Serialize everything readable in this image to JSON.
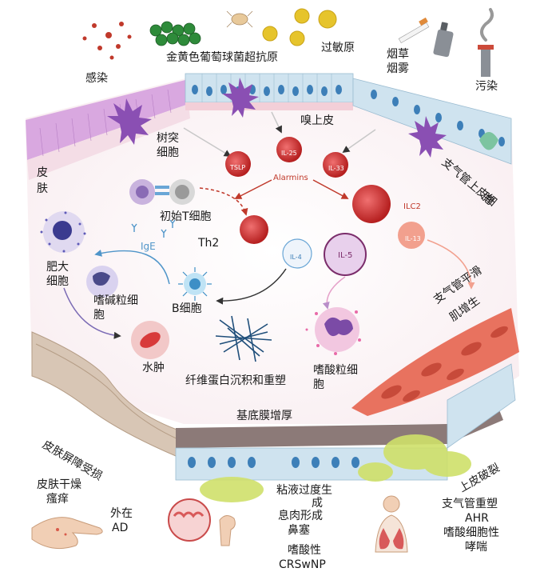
{
  "labels": {
    "infection": "感染",
    "staph": "金黄色葡萄球菌超抗原",
    "allergen": "过敏原",
    "smoke_1": "烟草",
    "smoke_2": "烟雾",
    "pollution": "污染",
    "olfactory_epithelium": "嗅上皮",
    "dendritic_1": "树突",
    "dendritic_2": "细胞",
    "skin_1": "皮",
    "skin_2": "肤",
    "bronchial_epi_1": "支气管上皮细",
    "bronchial_epi_2": "胞",
    "tslp": "TSLP",
    "il25": "IL-25",
    "il33": "IL-33",
    "alarmins": "Alarmins",
    "naive_t": "初始T细胞",
    "ige": "IgE",
    "th2": "Th2",
    "ilc2": "ILC2",
    "il13": "IL-13",
    "il4": "IL-4",
    "il5": "IL-5",
    "mast_1": "肥大",
    "mast_2": "细胞",
    "basophil_1": "嗜碱粒细",
    "basophil_2": "胞",
    "b_cell": "B细胞",
    "smooth_1": "支气管平滑",
    "smooth_2": "肌增生",
    "edema": "水肿",
    "fibrin": "纤维蛋白沉积和重塑",
    "eosinophil_1": "嗜酸粒细",
    "eosinophil_2": "胞",
    "basement": "基底膜增厚",
    "barrier": "皮肤屏障受损",
    "dry_1": "皮肤干燥",
    "dry_2": "瘙痒",
    "ad_1": "外在",
    "ad_2": "AD",
    "mucus_1": "粘液过度生",
    "mucus_2": "成",
    "polyp_1": "息肉形成",
    "polyp_2": "鼻塞",
    "crs_1": "嗜酸性",
    "crs_2": "CRSwNP",
    "epi_damage": "上皮破裂",
    "resp_1": "支气管重塑",
    "resp_2": "AHR",
    "resp_3": "嗜酸细胞性",
    "resp_4": "哮喘"
  },
  "colors": {
    "cell_red": "#d83a3a",
    "cell_purple": "#7b4ba6",
    "smooth_muscle": "#e8725f",
    "mucus": "#cfe06a",
    "epithelium": "#cfe3ef"
  }
}
